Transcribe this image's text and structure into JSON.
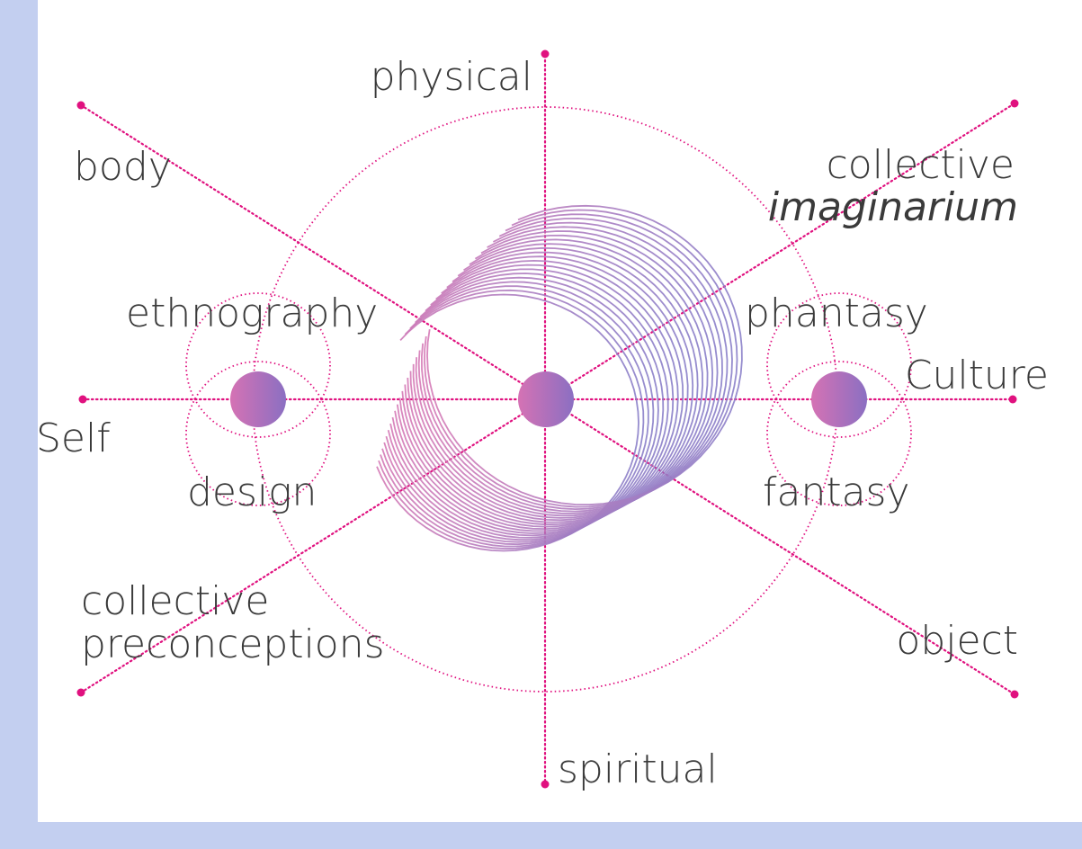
{
  "labels": {
    "physical": "physical",
    "spiritual": "spiritual",
    "body": "body",
    "object": "object",
    "collective_imaginarium_line1": "collective",
    "collective_imaginarium_line2": "imaginarium",
    "collective_preconceptions_line1": "collective",
    "collective_preconceptions_line2": "preconceptions",
    "self": "Self",
    "culture": "Culture",
    "ethnography": "ethnography",
    "design": "design",
    "phantasy": "phantasy",
    "fantasy": "fantasy"
  },
  "colors": {
    "axis": "#e0117f",
    "text": "#3a3a3a",
    "sphere_left": "#d572b4",
    "sphere_right": "#8b6fc2",
    "spiral_pink": "#d17ab8",
    "spiral_violet": "#8d7ec8",
    "frame": "#c3cff0"
  }
}
